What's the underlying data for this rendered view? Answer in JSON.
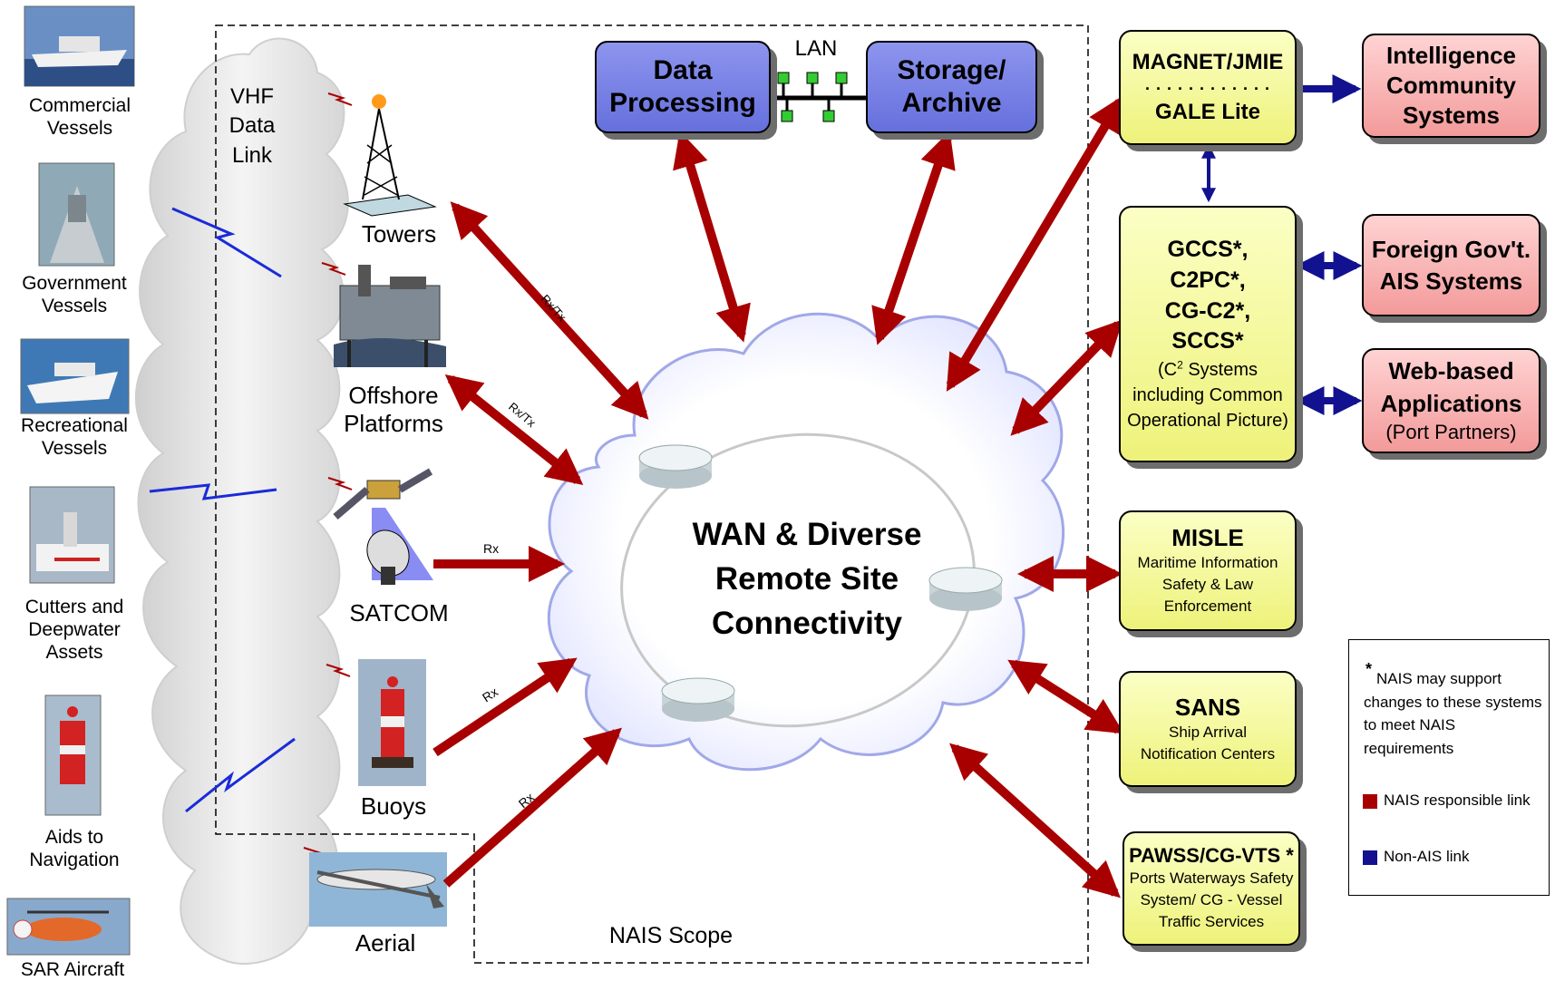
{
  "vessels": [
    "Commercial Vessels",
    "Government Vessels",
    "Recreational Vessels",
    "Cutters and Deepwater Assets",
    "Aids to Navigation",
    "SAR Aircraft"
  ],
  "vhf": {
    "line1": "VHF",
    "line2": "Data",
    "line3": "Link"
  },
  "sources": {
    "towers": "Towers",
    "offshore_l1": "Offshore",
    "offshore_l2": "Platforms",
    "satcom": "SATCOM",
    "buoys": "Buoys",
    "aerial": "Aerial"
  },
  "arrow_labels": {
    "towers": "Rx/Tx",
    "offshore": "Rx/Tx",
    "satcom": "Rx",
    "buoys": "Rx",
    "aerial": "Rx"
  },
  "lan": "LAN",
  "data_processing": {
    "l1": "Data",
    "l2": "Processing"
  },
  "storage": {
    "l1": "Storage/",
    "l2": "Archive"
  },
  "wan": {
    "l1": "WAN & Diverse",
    "l2": "Remote Site",
    "l3": "Connectivity"
  },
  "nais_scope": "NAIS Scope",
  "magnet": {
    "title": "MAGNET/JMIE",
    "dots": ". . . . . . . . . . . .",
    "sub": "GALE Lite"
  },
  "gccs": {
    "l1": "GCCS*,",
    "l2": "C2PC*,",
    "l3": "CG-C2*,",
    "l4": "SCCS*",
    "s1_pre": "(C",
    "s1_sup": "2",
    "s1_post": " Systems",
    "s2": "including Common",
    "s3": "Operational Picture)"
  },
  "intel": {
    "l1": "Intelligence",
    "l2": "Community",
    "l3": "Systems"
  },
  "foreign": {
    "l1": "Foreign Gov't.",
    "l2": "AIS Systems"
  },
  "web": {
    "l1": "Web-based",
    "l2": "Applications",
    "l3": "(Port Partners)"
  },
  "misle": {
    "title": "MISLE",
    "s1": "Maritime Information",
    "s2": "Safety & Law",
    "s3": "Enforcement"
  },
  "sans": {
    "title": "SANS",
    "s1": "Ship Arrival",
    "s2": "Notification Centers"
  },
  "pawss": {
    "title": "PAWSS/CG-VTS *",
    "s1": "Ports Waterways Safety",
    "s2": "System/ CG - Vessel",
    "s3": "Traffic Services"
  },
  "legend": {
    "star": "*",
    "note_l1": "NAIS may support",
    "note_l2": "changes to these systems",
    "note_l3": "to meet NAIS",
    "note_l4": "requirements",
    "red": "NAIS responsible link",
    "blue": "Non-AIS link"
  },
  "colors": {
    "red_link": "#a80000",
    "blue_link": "#121290",
    "blue_box": "#7a82e6",
    "yellow_box": "#f6f99d",
    "pink_box": "#f9b6b6"
  }
}
